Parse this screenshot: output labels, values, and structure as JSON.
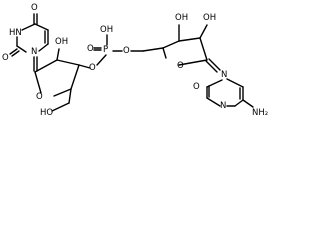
{
  "molecule": {
    "atoms": {
      "uracil_o4": "O",
      "uracil_hn3": "HN",
      "uracil_o2": "O",
      "uracil_n1": "N",
      "ring1_o4p": "O",
      "ring1_oh2": "OH",
      "ring1_o3_ester": "O",
      "ring1_oh5": "HO",
      "phosphate_oh": "OH",
      "phosphate_o_double": "O",
      "phosphate_p": "P",
      "phosphate_o5_ester": "O",
      "ring2_oh3": "OH",
      "ring2_oh2": "OH",
      "ring2_o4p": "O",
      "cytosine_n1": "N",
      "cytosine_o2": "O",
      "cytosine_n3": "N",
      "cytosine_nh2": "NH₂"
    }
  }
}
